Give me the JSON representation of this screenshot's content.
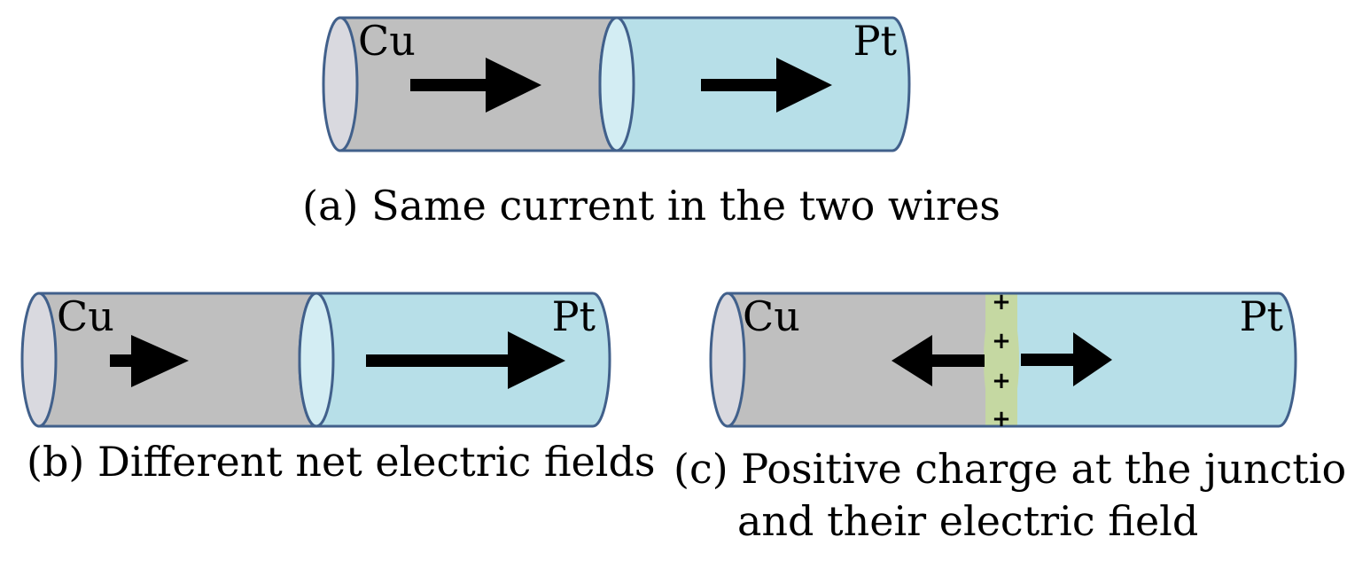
{
  "colors": {
    "copper_body": "#bfbfbf",
    "copper_end": "#d9d9df",
    "platinum_body": "#b7dfe8",
    "platinum_end": "#d3edf3",
    "outline": "#41608b",
    "charge_layer": "#c5d8a2",
    "arrow": "#000000"
  },
  "panel_a": {
    "cu_label": "Cu",
    "pt_label": "Pt",
    "caption": "(a) Same current in the two wires"
  },
  "panel_b": {
    "cu_label": "Cu",
    "pt_label": "Pt",
    "caption": "(b) Different  net electric fields"
  },
  "panel_c": {
    "cu_label": "Cu",
    "pt_label": "Pt",
    "plus_sign": "+",
    "caption_line1": "(c) Positive charge at the junction",
    "caption_line2": "and their electric field"
  }
}
